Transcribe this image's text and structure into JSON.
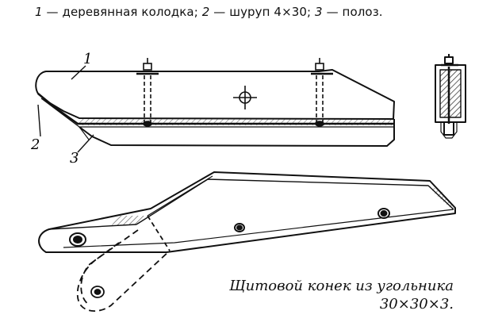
{
  "legend": {
    "n1": "1",
    "t1": " — деревянная колодка; ",
    "n2": "2",
    "t2": " — шуруп 4",
    "x2": "×",
    "t2b": "30; ",
    "n3": "3",
    "t3": " — полоз."
  },
  "callouts": {
    "c1": "1",
    "c2": "2",
    "c3": "3"
  },
  "caption": {
    "line1": "Щитовой конек из угольника",
    "line2": "30×30×3."
  }
}
